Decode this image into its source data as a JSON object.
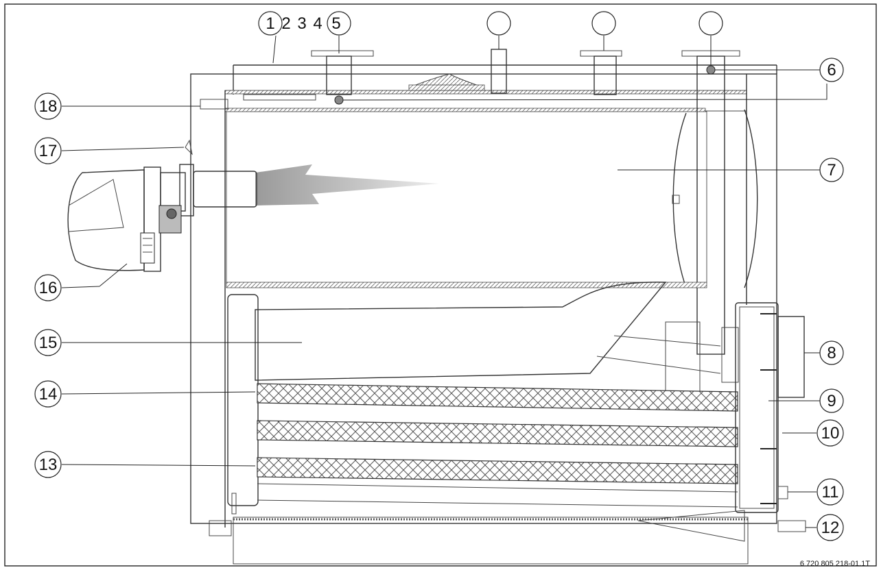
{
  "labels": {
    "top_group": [
      "1",
      "2",
      "3",
      "4",
      "5"
    ],
    "top_circles": [
      "",
      "",
      ""
    ],
    "right": [
      "6",
      "7",
      "8",
      "9",
      "10",
      "11",
      "12"
    ],
    "left": [
      "18",
      "17",
      "16",
      "15",
      "14",
      "13"
    ]
  },
  "figure_id": "6 720 805 218-01.1T",
  "colors": {
    "line": "#333333",
    "background": "#ffffff",
    "flame_gray": "#b5b5b5"
  }
}
